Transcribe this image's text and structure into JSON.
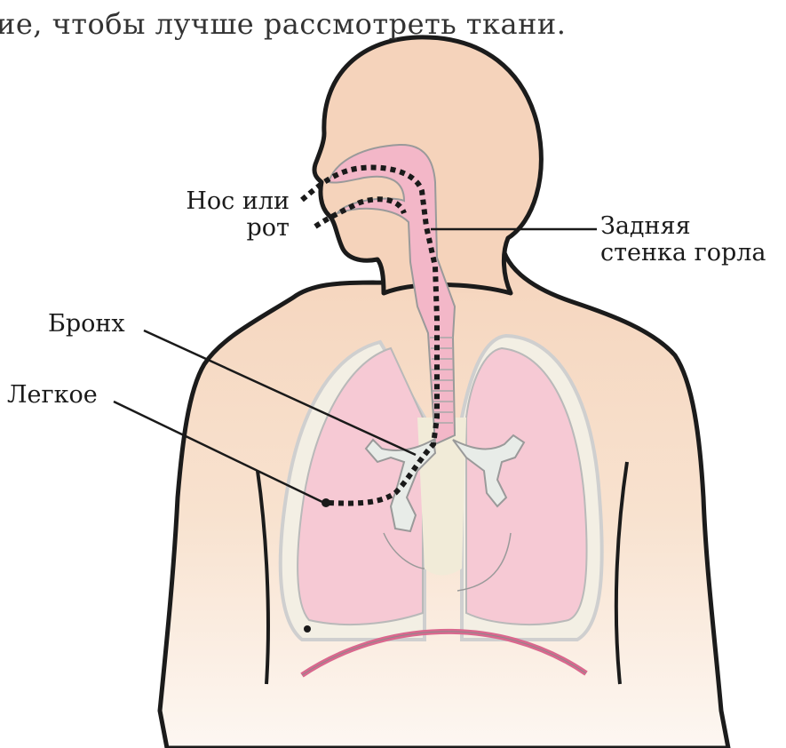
{
  "caption_text": "ие, чтобы лучше рассмотреть ткани.",
  "labels": {
    "nose_mouth_line1": "Нос или",
    "nose_mouth_line2": "рот",
    "throat_line1": "Задняя",
    "throat_line2": "стенка горла",
    "bronchus": "Бронх",
    "lung": "Легкое"
  },
  "colors": {
    "skin": "#f7ddc6",
    "lung": "#f6c9d4",
    "airway": "#f3b7c8",
    "outline": "#1b1b1b",
    "pleura": "#f3efe4",
    "diaphragm": "#d9688e"
  }
}
